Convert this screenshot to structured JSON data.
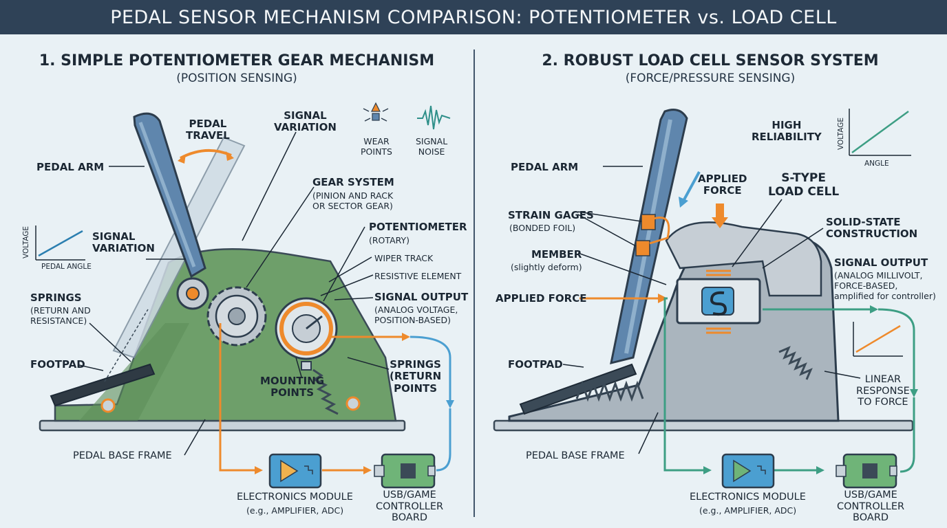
{
  "title": "PEDAL SENSOR MECHANISM COMPARISON: POTENTIOMETER vs. LOAD CELL",
  "colors": {
    "banner": "#2f4257",
    "accent_orange": "#ee8a2c",
    "accent_green": "#3d9e84",
    "accent_blue": "#4b9fd1",
    "pedal_blue": "#5f86ad",
    "frame_green": "#6e9f6a"
  },
  "left": {
    "title": "1. SIMPLE POTENTIOMETER GEAR MECHANISM",
    "subtitle": "(POSITION SENSING)",
    "pedal_travel": [
      "PEDAL",
      "TRAVEL"
    ],
    "signal_variation_top": [
      "SIGNAL",
      "VARIATION"
    ],
    "wear_points": [
      "WEAR",
      "POINTS"
    ],
    "signal_noise": [
      "SIGNAL",
      "NOISE"
    ],
    "pedal_arm": "PEDAL ARM",
    "gear_system": "GEAR SYSTEM",
    "gear_system_detail": [
      "(PINION AND RACK",
      "OR SECTOR GEAR)"
    ],
    "chart_ylabel": "VOLTAGE",
    "chart_xlabel": "PEDAL ANGLE",
    "signal_variation_mid": [
      "SIGNAL",
      "VARIATION"
    ],
    "potentiometer": "POTENTIOMETER",
    "potentiometer_detail": "(ROTARY)",
    "wiper_track": "WIPER TRACK",
    "resistive_element": "RESISTIVE ELEMENT",
    "signal_output": "SIGNAL OUTPUT",
    "signal_output_detail": [
      "(ANALOG VOLTAGE,",
      "POSITION-BASED)"
    ],
    "springs_left": "SPRINGS",
    "springs_left_detail": [
      "(RETURN AND",
      "RESISTANCE)"
    ],
    "footpad": "FOOTPAD",
    "mounting_points": [
      "MOUNTING",
      "POINTS"
    ],
    "springs_right": [
      "SPRINGS",
      "(RETURN",
      "POINTS"
    ],
    "pedal_base_frame": "PEDAL BASE FRAME",
    "electronics_module": "ELECTRONICS MODULE",
    "electronics_module_detail": "(e.g., AMPLIFIER, ADC)",
    "usb_board": [
      "USB/GAME",
      "CONTROLLER",
      "BOARD"
    ]
  },
  "right": {
    "title": "2. ROBUST LOAD CELL SENSOR SYSTEM",
    "subtitle": "(FORCE/PRESSURE SENSING)",
    "high_reliability": [
      "HIGH",
      "RELIABILITY"
    ],
    "chart_ylabel": "VOLTAGE",
    "chart_xlabel": "ANGLE",
    "pedal_arm": "PEDAL ARM",
    "applied_force_top": [
      "APPLIED",
      "FORCE"
    ],
    "s_type_load_cell": [
      "S-TYPE",
      "LOAD CELL"
    ],
    "strain_gages": "STRAIN GAGES",
    "strain_gages_detail": "(BONDED FOIL)",
    "solid_state": [
      "SOLID-STATE",
      "CONSTRUCTION"
    ],
    "member": "MEMBER",
    "member_detail": "(slightly deform)",
    "signal_output": "SIGNAL OUTPUT",
    "signal_output_detail": [
      "(ANALOG MILLIVOLT,",
      "FORCE-BASED,",
      "amplified for controller)"
    ],
    "applied_force_mid": "APPLIED FORCE",
    "footpad": "FOOTPAD",
    "linear_response": [
      "LINEAR",
      "RESPONSE",
      "TO FORCE"
    ],
    "pedal_base_frame": "PEDAL BASE FRAME",
    "electronics_module": "ELECTRONICS MODULE",
    "electronics_module_detail": "(e.g., AMPLIFIER, ADC)",
    "usb_board": [
      "USB/GAME",
      "CONTROLLER",
      "BOARD"
    ]
  }
}
